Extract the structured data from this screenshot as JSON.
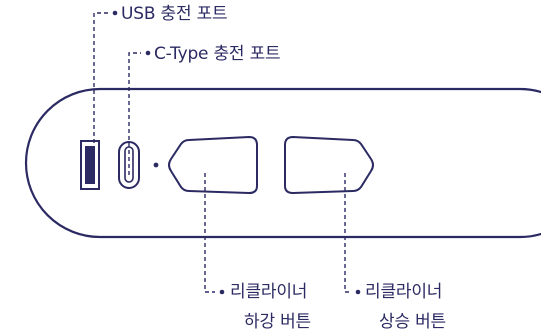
{
  "colors": {
    "stroke": "#2b2a63",
    "text": "#2b2a63",
    "port_fill": "#2b2a63",
    "background": "#ffffff"
  },
  "callouts": {
    "usb_port": {
      "text": "USB 충전 포트"
    },
    "type_c_port": {
      "text": "C-Type 충전 포트"
    },
    "down_button": {
      "line1": "리클라이너",
      "line2": "하강 버튼"
    },
    "up_button": {
      "line1": "리클라이너",
      "line2": "상승 버튼"
    }
  }
}
